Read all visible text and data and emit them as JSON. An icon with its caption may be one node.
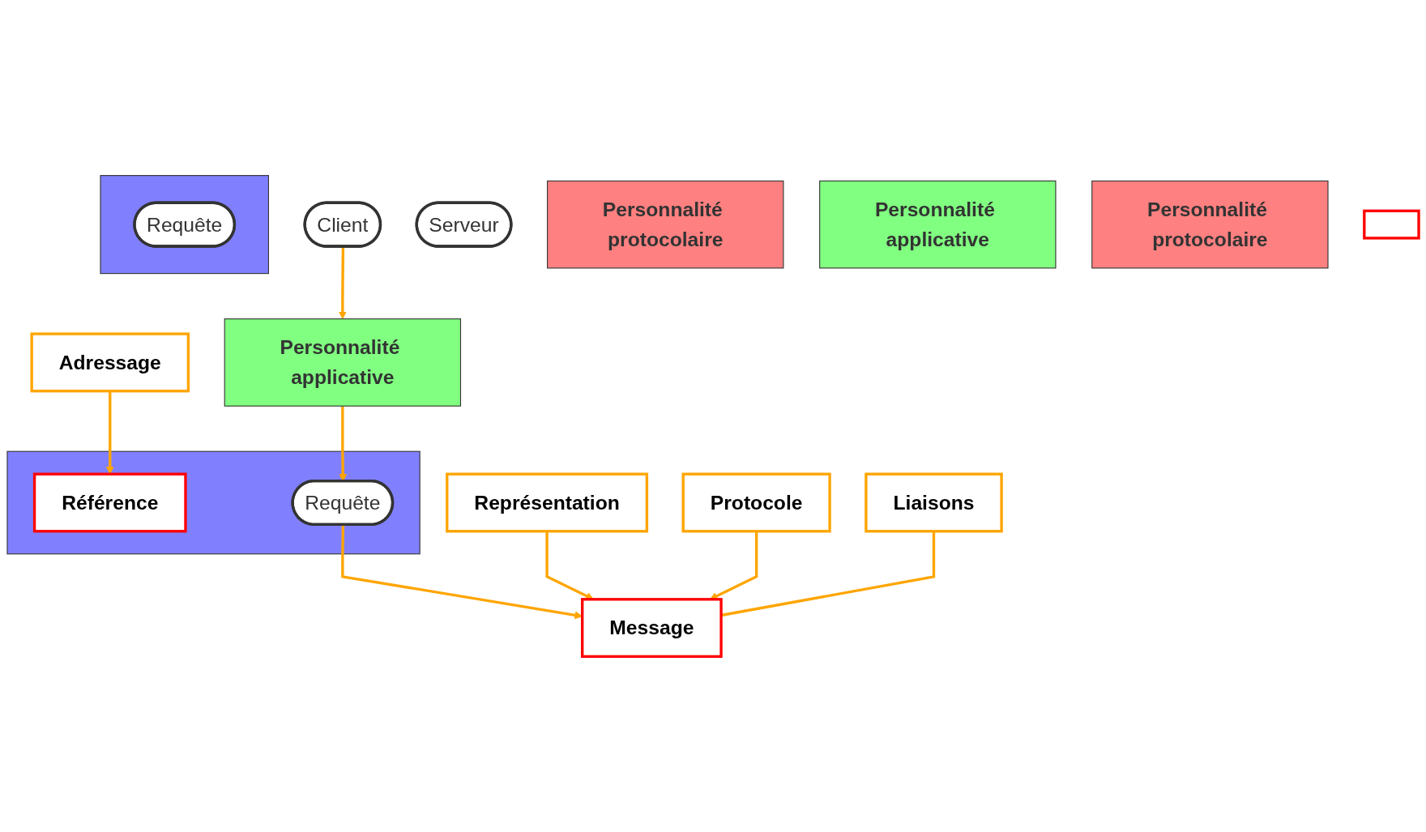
{
  "diagram": {
    "nodes": [
      {
        "text": [
          "Client"
        ]
      },
      {
        "text": [
          "Serveur"
        ]
      },
      {
        "text": [
          "Personnalité applicative"
        ]
      },
      {
        "text": [],
        "shape": "box"
      },
      {
        "text": [
          "Personnalité protocolaire"
        ]
      },
      {
        "text": [
          "Personnalité applicative"
        ]
      },
      {
        "text": [],
        "shape": "box"
      },
      {
        "text": [
          "Personnalité protocolaire"
        ]
      },
      {
        "text": [
          "Adressage"
        ]
      },
      {
        "text": [
          "Référence"
        ],
        "in": 3
      },
      {
        "text": [
          "Requête"
        ],
        "in": 3
      },
      {
        "text": [
          "Représentation"
        ]
      },
      {
        "text": [],
        "shape": "box"
      },
      {
        "text": [
          "Message"
        ]
      },
      {
        "text": [
          "Protocole"
        ]
      },
      {
        "text": [
          "Liaisons"
        ]
      },
      {
        "text": [
          "Requête"
        ],
        "in": 6
      }
    ],
    "edges": [
      {
        "from": 0,
        "to": 2,
        "arrow": "to"
      },
      {
        "from": 2,
        "to": 10,
        "arrow": "to"
      },
      {
        "from": 8,
        "to": 9,
        "arrow": "to"
      },
      {
        "from": 10,
        "to": 13,
        "arrow": "to"
      },
      {
        "from": 11,
        "to": 13,
        "arrow": "to"
      },
      {
        "from": 14,
        "to": 13,
        "arrow": "to"
      },
      {
        "from": 15,
        "to": 13,
        "arrow": "none"
      }
    ]
  }
}
